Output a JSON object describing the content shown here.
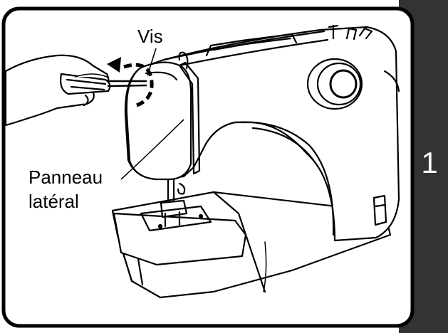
{
  "labels": {
    "screw": "Vis",
    "side_panel_line1": "Panneau",
    "side_panel_line2": "latéral"
  },
  "step": {
    "number": "1"
  },
  "colors": {
    "ink": "#000000",
    "paper": "#ffffff",
    "tab": "#333333"
  }
}
